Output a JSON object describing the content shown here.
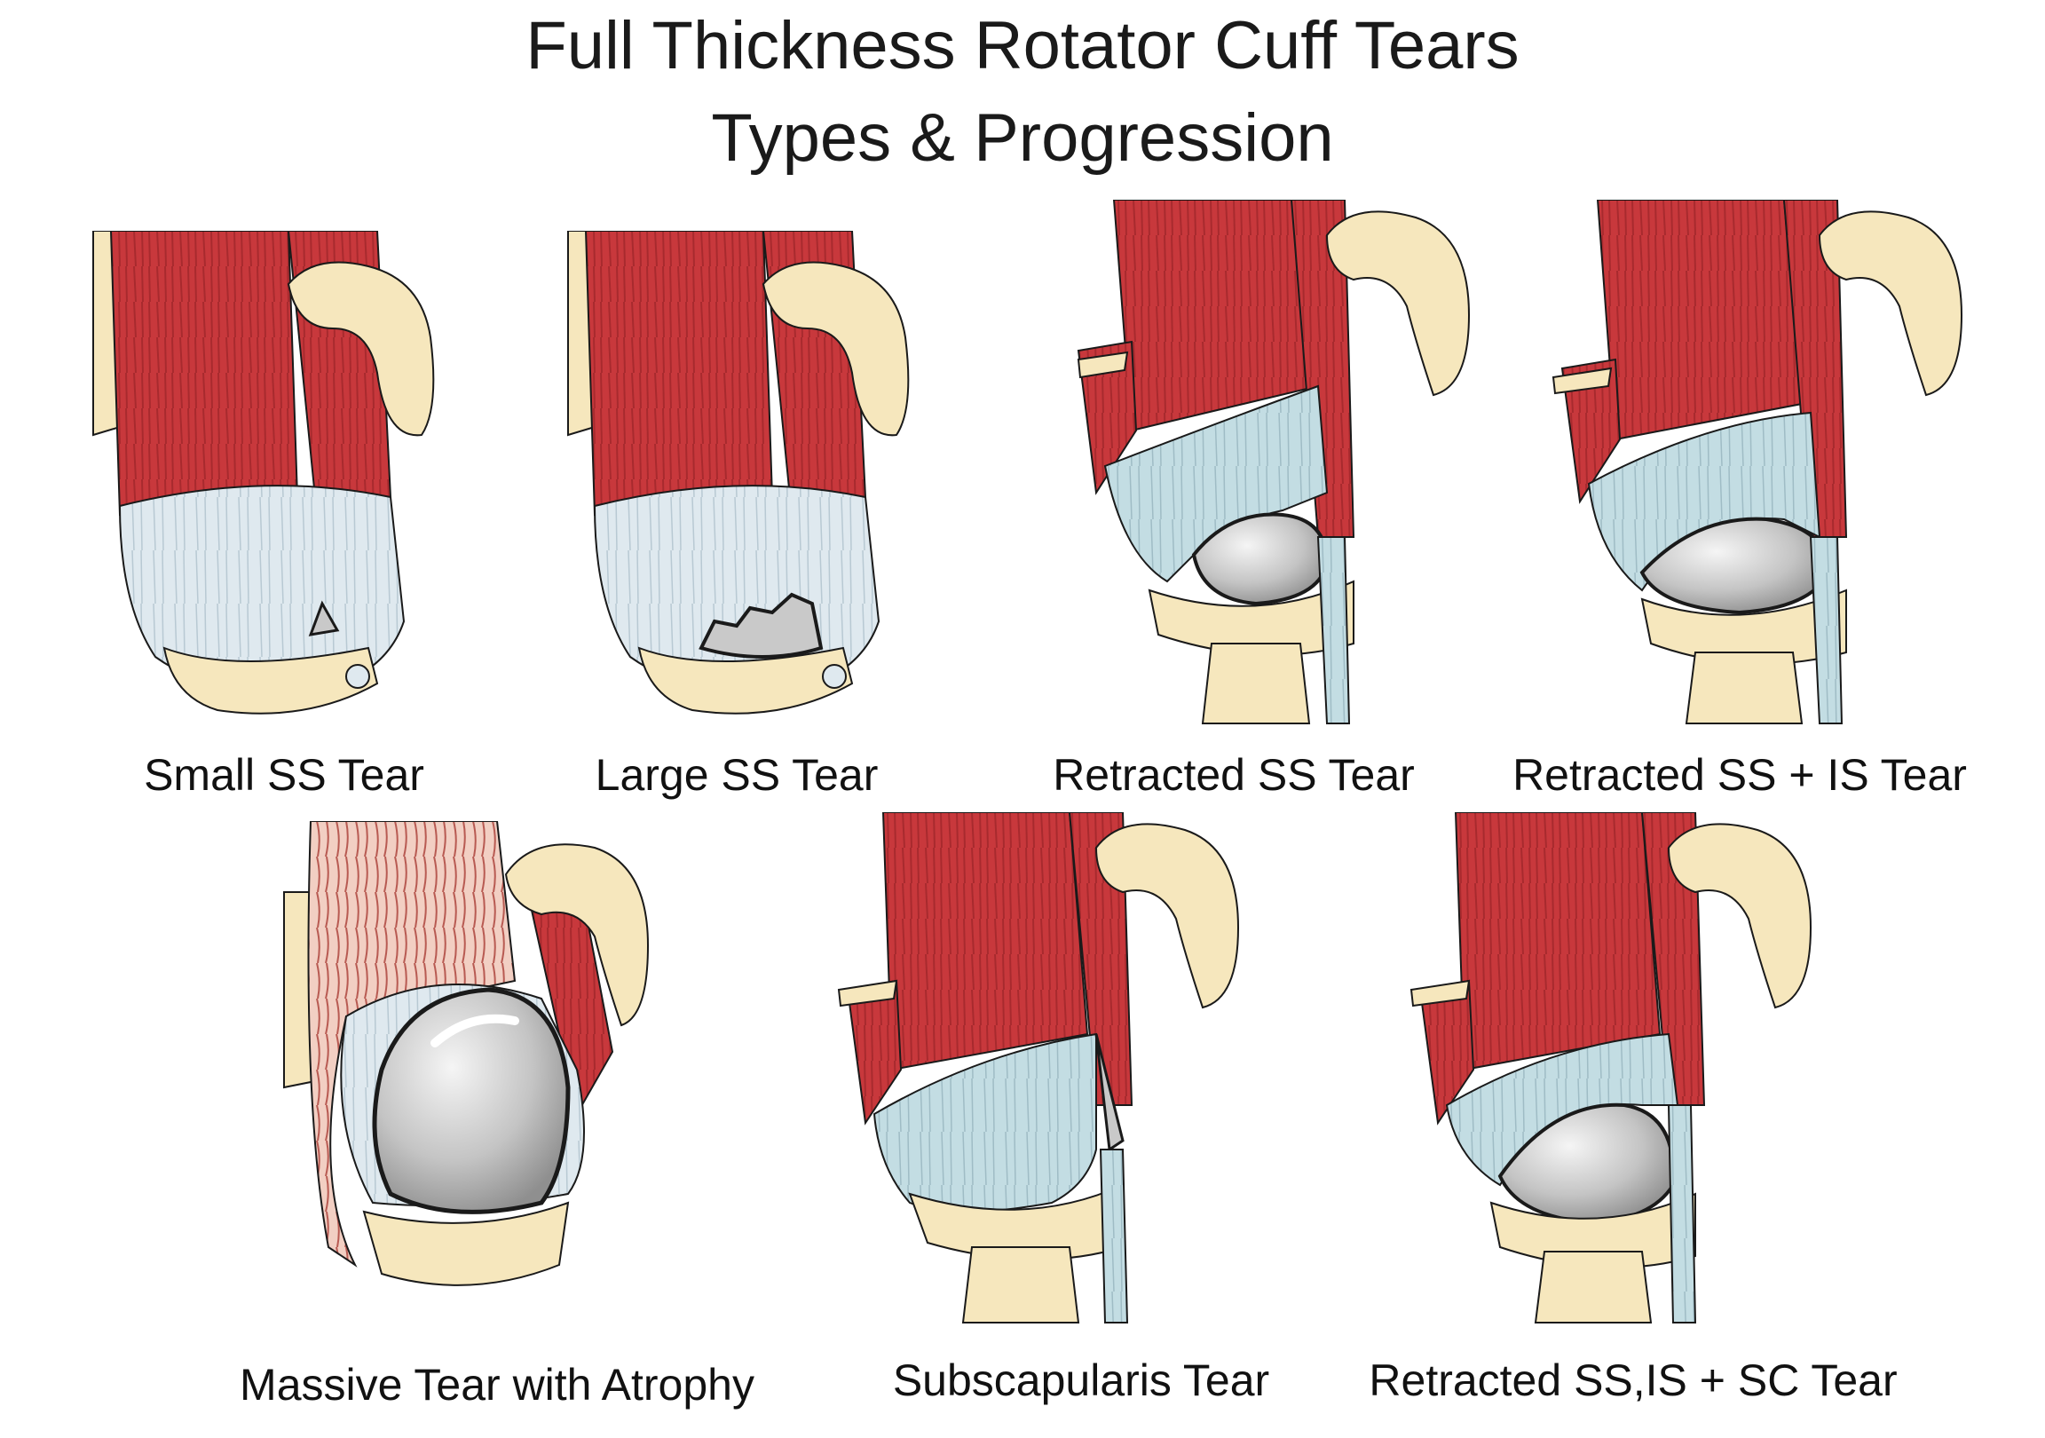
{
  "title": {
    "line1": "Full Thickness Rotator Cuff Tears",
    "line2": "Types & Progression"
  },
  "panels": [
    {
      "caption": "Small SS Tear"
    },
    {
      "caption": "Large SS Tear"
    },
    {
      "caption": "Retracted SS Tear"
    },
    {
      "caption": "Retracted SS + IS Tear"
    },
    {
      "caption": "Massive Tear with Atrophy"
    },
    {
      "caption": "Subscapularis Tear"
    },
    {
      "caption": "Retracted SS,IS + SC Tear"
    }
  ],
  "colors": {
    "muscle": "#c8383c",
    "muscle_dark": "#9e2226",
    "muscle_atrophy": "#f0c8bc",
    "tendon": "#dfe9ef",
    "tendon_retracted": "#c3dde3",
    "bone": "#f6e7bd",
    "humeral_head": "#c9c9c9",
    "outline": "#1a1a1a"
  }
}
